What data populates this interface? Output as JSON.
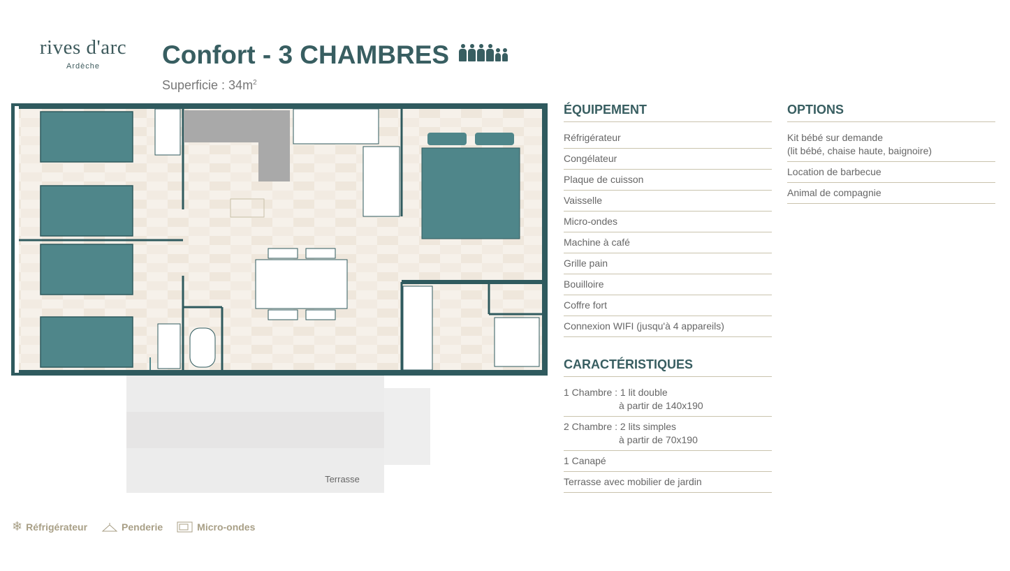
{
  "logo": {
    "name": "rives d'arc",
    "region": "Ardèche"
  },
  "header": {
    "title": "Confort - 3 CHAMBRES",
    "surface_label": "Superficie : 34m",
    "surface_sup": "2",
    "adults": 4,
    "children": 2
  },
  "plan": {
    "terrace_label": "Terrasse"
  },
  "equipment": {
    "title": "ÉQUIPEMENT",
    "items": [
      "Réfrigérateur",
      "Congélateur",
      "Plaque de cuisson",
      "Vaisselle",
      "Micro-ondes",
      "Machine à café",
      "Grille pain",
      "Bouilloire",
      "Coffre fort",
      "Connexion WIFI (jusqu'à 4 appareils)"
    ]
  },
  "options": {
    "title": "OPTIONS",
    "items": [
      {
        "line1": "Kit bébé sur demande",
        "line2": "(lit bébé, chaise haute, baignoire)"
      },
      {
        "line1": "Location de barbecue"
      },
      {
        "line1": "Animal de compagnie"
      }
    ]
  },
  "features": {
    "title": "CARACTÉRISTIQUES",
    "items": [
      {
        "line1": "1 Chambre : 1 lit double",
        "line2": "à partir de 140x190"
      },
      {
        "line1": "2 Chambre : 2 lits simples",
        "line2": "à partir de 70x190"
      },
      {
        "line1": "1 Canapé"
      },
      {
        "line1": "Terrasse avec mobilier de jardin"
      }
    ]
  },
  "legend": {
    "fridge": "Réfrigérateur",
    "wardrobe": "Penderie",
    "microwave": "Micro-ondes"
  }
}
